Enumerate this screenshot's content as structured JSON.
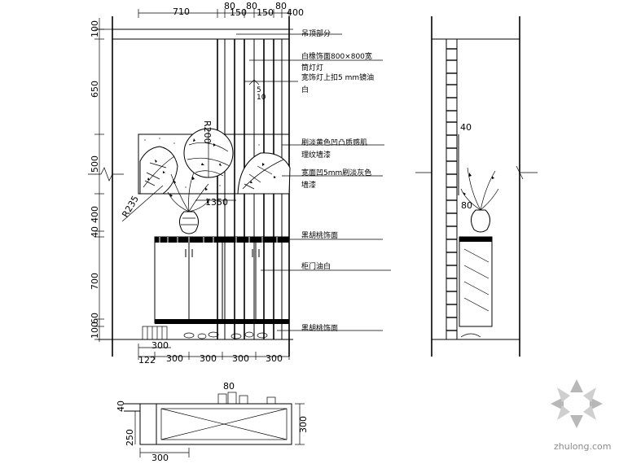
{
  "drawing": {
    "top_dims": [
      "710",
      "80",
      "150",
      "80",
      "150",
      "80",
      "400"
    ],
    "left_dims": [
      "100",
      "650",
      "500",
      "400",
      "40",
      "700",
      "60",
      "100"
    ],
    "bottom_dims": [
      "300",
      "122",
      "300",
      "300",
      "300",
      "300"
    ],
    "callouts": [
      "吊顶部分",
      "白橡饰面800×800宽",
      "筒灯灯",
      "宽饰灯上扣5 mm镜油",
      "白",
      "刷淡黄色凹凸质感肌",
      "理纹墙漆",
      "宽面凹5mm刷淡灰色",
      "墙漆",
      "黑胡桃饰面",
      "柜门油白",
      "黑胡桃饰面"
    ],
    "radius_labels": [
      "R200",
      "R235"
    ],
    "inner_dims": [
      "1350",
      "5",
      "10"
    ],
    "side_view": {
      "dims": [
        "40",
        "80"
      ]
    },
    "plan_view": {
      "dims": [
        "80",
        "40",
        "250",
        "300",
        "300"
      ]
    }
  },
  "watermark": {
    "text": "zhulong.com"
  }
}
